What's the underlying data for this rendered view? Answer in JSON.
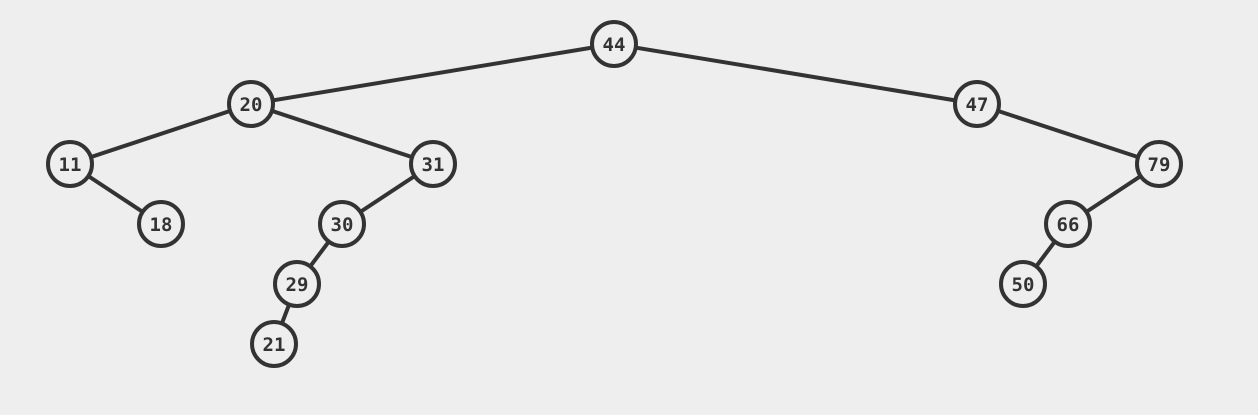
{
  "colors": {
    "background": "#eeeeee",
    "stroke": "#333333",
    "node_fill": "#eeeeee",
    "text": "#333333"
  },
  "tree": {
    "root": "44",
    "nodes": [
      {
        "id": "n44",
        "label": "44"
      },
      {
        "id": "n20",
        "label": "20"
      },
      {
        "id": "n47",
        "label": "47"
      },
      {
        "id": "n11",
        "label": "11"
      },
      {
        "id": "n31",
        "label": "31"
      },
      {
        "id": "n79",
        "label": "79"
      },
      {
        "id": "n18",
        "label": "18"
      },
      {
        "id": "n30",
        "label": "30"
      },
      {
        "id": "n66",
        "label": "66"
      },
      {
        "id": "n29",
        "label": "29"
      },
      {
        "id": "n50",
        "label": "50"
      },
      {
        "id": "n21",
        "label": "21"
      }
    ],
    "edges": [
      {
        "parent": "n44",
        "child": "n20",
        "side": "left"
      },
      {
        "parent": "n44",
        "child": "n47",
        "side": "right"
      },
      {
        "parent": "n20",
        "child": "n11",
        "side": "left"
      },
      {
        "parent": "n20",
        "child": "n31",
        "side": "right"
      },
      {
        "parent": "n11",
        "child": "n18",
        "side": "right"
      },
      {
        "parent": "n31",
        "child": "n30",
        "side": "left"
      },
      {
        "parent": "n30",
        "child": "n29",
        "side": "left"
      },
      {
        "parent": "n29",
        "child": "n21",
        "side": "left"
      },
      {
        "parent": "n47",
        "child": "n79",
        "side": "right"
      },
      {
        "parent": "n79",
        "child": "n66",
        "side": "left"
      },
      {
        "parent": "n66",
        "child": "n50",
        "side": "left"
      }
    ]
  }
}
